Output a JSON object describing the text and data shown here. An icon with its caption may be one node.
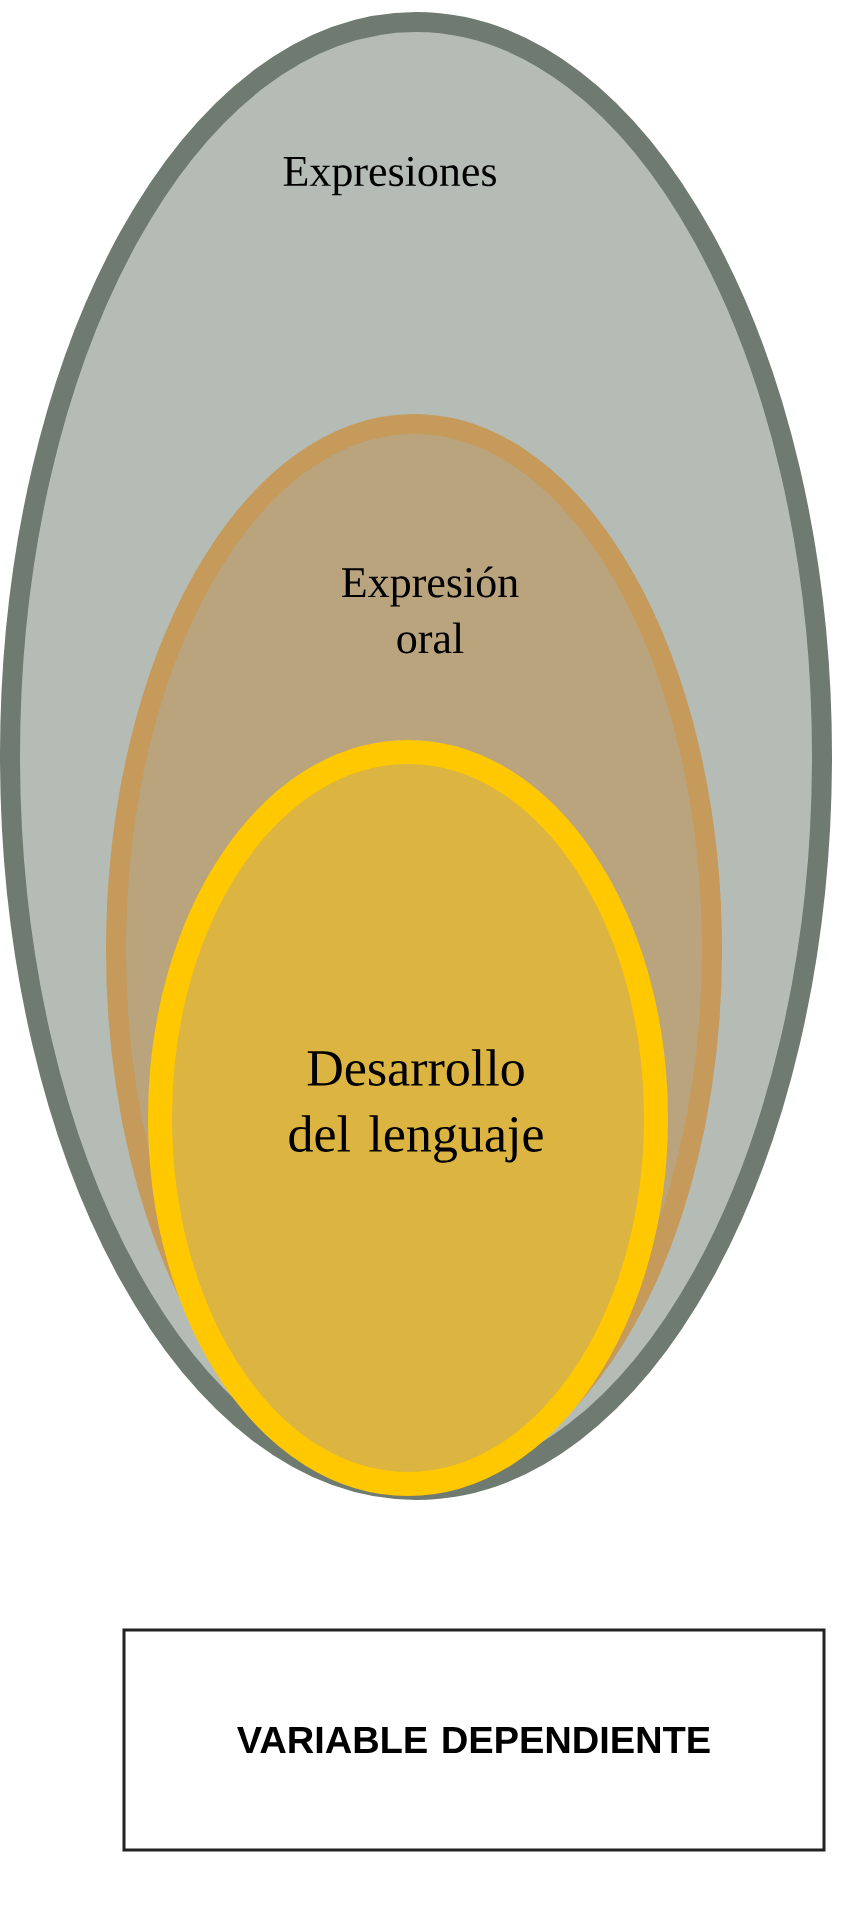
{
  "diagram": {
    "nodes": [
      {
        "text": [
          "Expresiones"
        ]
      },
      {
        "text": [
          "Expresión oral"
        ],
        "in": 0
      },
      {
        "text": [
          "Desarrollo del lenguaje"
        ],
        "in": 1
      },
      {
        "text": [
          "VARIABLE DEPENDIENTE"
        ]
      }
    ]
  }
}
